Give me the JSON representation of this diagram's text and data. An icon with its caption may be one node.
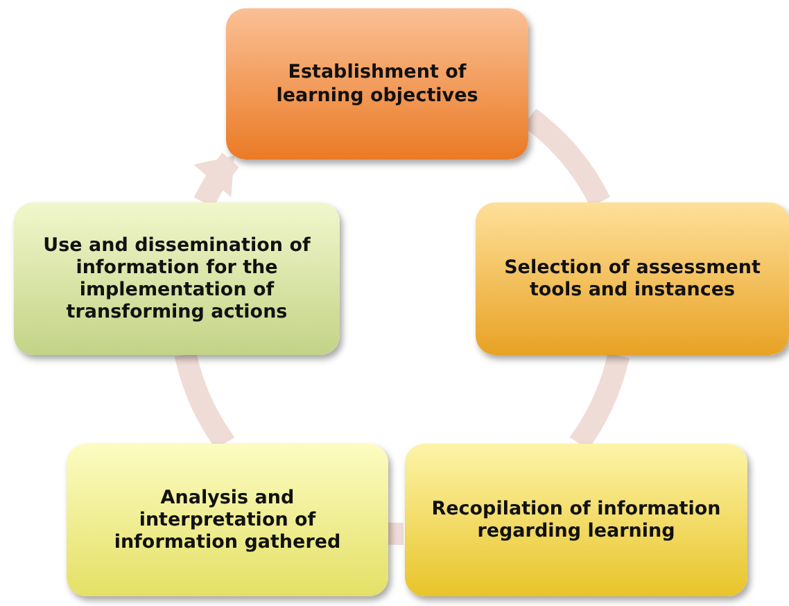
{
  "diagram": {
    "nodes": [
      {
        "text": [
          "Establishment of learning objectives"
        ]
      },
      {
        "text": [
          "Selection of assessment tools and instances"
        ]
      },
      {
        "text": [
          "Recopilation of information regarding learning"
        ]
      },
      {
        "text": [
          "Analysis and interpretation of information gathered"
        ]
      },
      {
        "text": [
          "Use and dissemination of information for the implementation of transforming actions"
        ]
      }
    ],
    "edges": [
      {
        "from": 0,
        "to": 1,
        "arrow": "none"
      },
      {
        "from": 1,
        "to": 2,
        "arrow": "none"
      },
      {
        "from": 2,
        "to": 3,
        "arrow": "none"
      },
      {
        "from": 3,
        "to": 4,
        "arrow": "none"
      },
      {
        "from": 4,
        "to": 0,
        "arrow": "to"
      }
    ]
  }
}
